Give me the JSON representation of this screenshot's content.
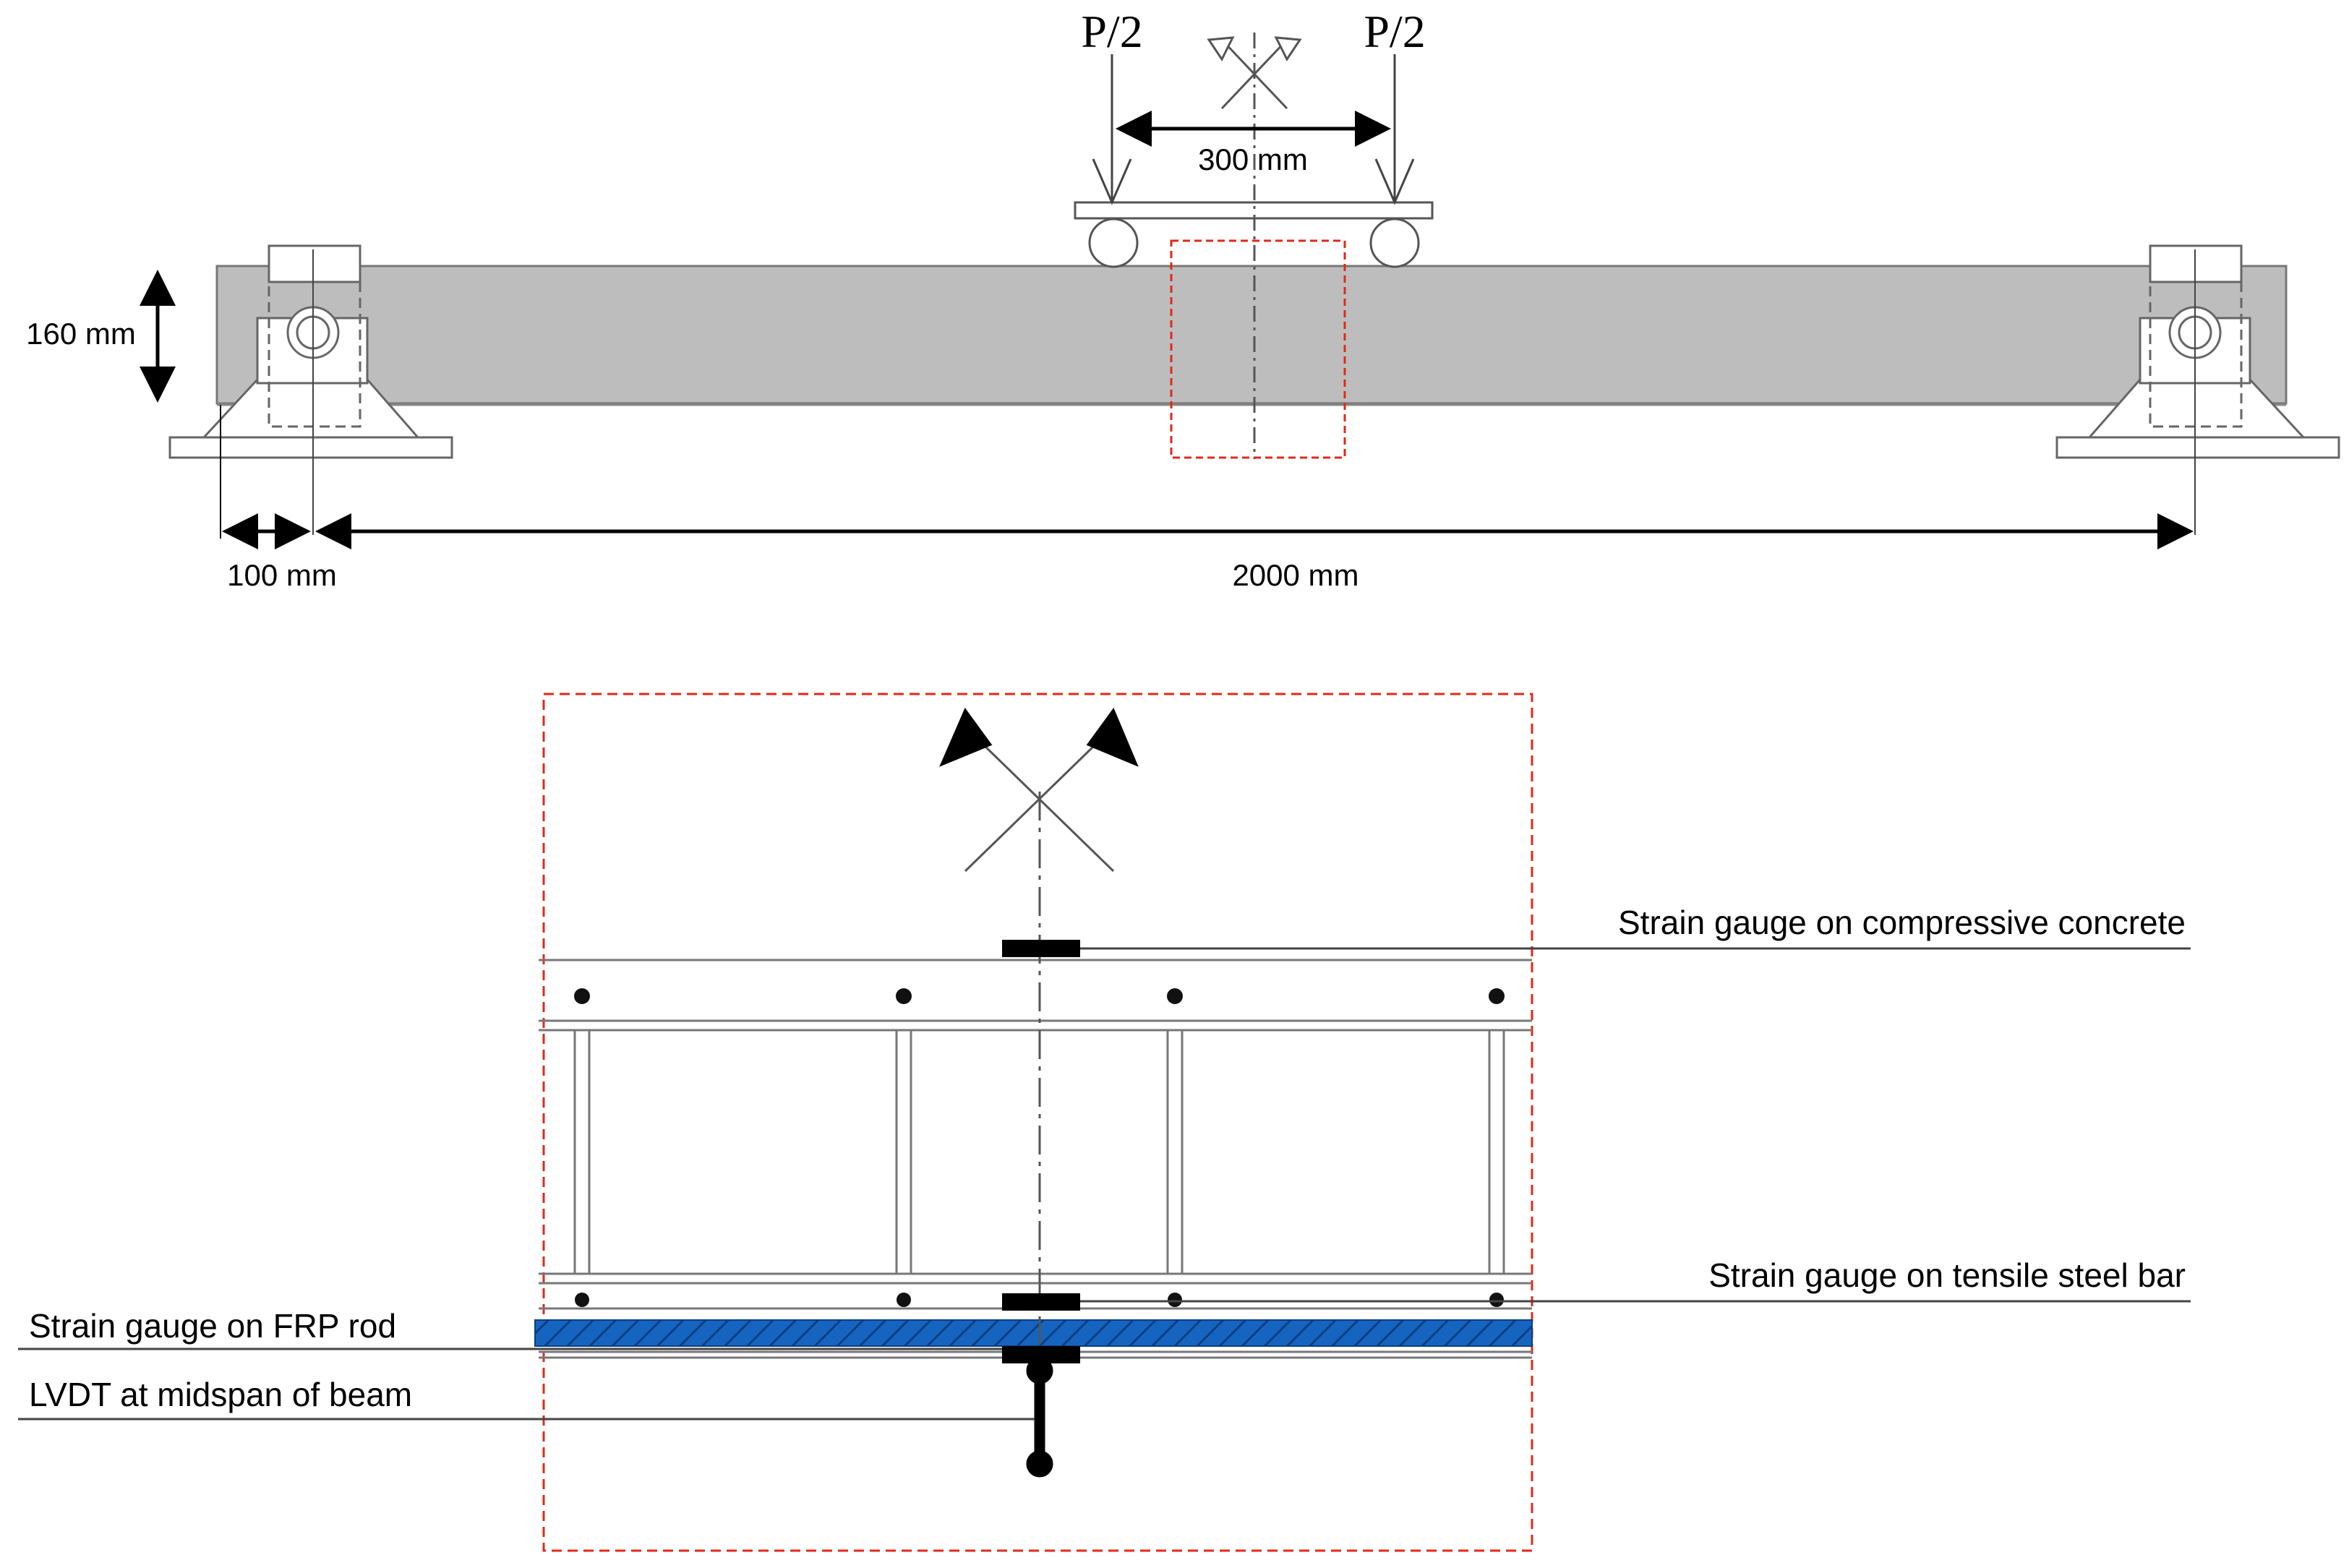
{
  "top_view": {
    "load_left_label": "P/2",
    "load_right_label": "P/2",
    "load_spacing_label": "300 mm",
    "beam_depth_label": "160 mm",
    "overhang_label": "100 mm",
    "span_label": "2000 mm"
  },
  "detail_view": {
    "gauge_compressive_label": "Strain gauge on compressive concrete",
    "gauge_tensile_label": "Strain gauge on tensile steel bar",
    "gauge_frp_label": "Strain gauge on FRP rod",
    "lvdt_label": "LVDT at midspan of beam"
  },
  "colors": {
    "beam_fill": "#bdbdbd",
    "highlight_dashed": "#e02a1a",
    "frp_rod": "#1565c0",
    "line": "#555555",
    "black": "#000000"
  }
}
